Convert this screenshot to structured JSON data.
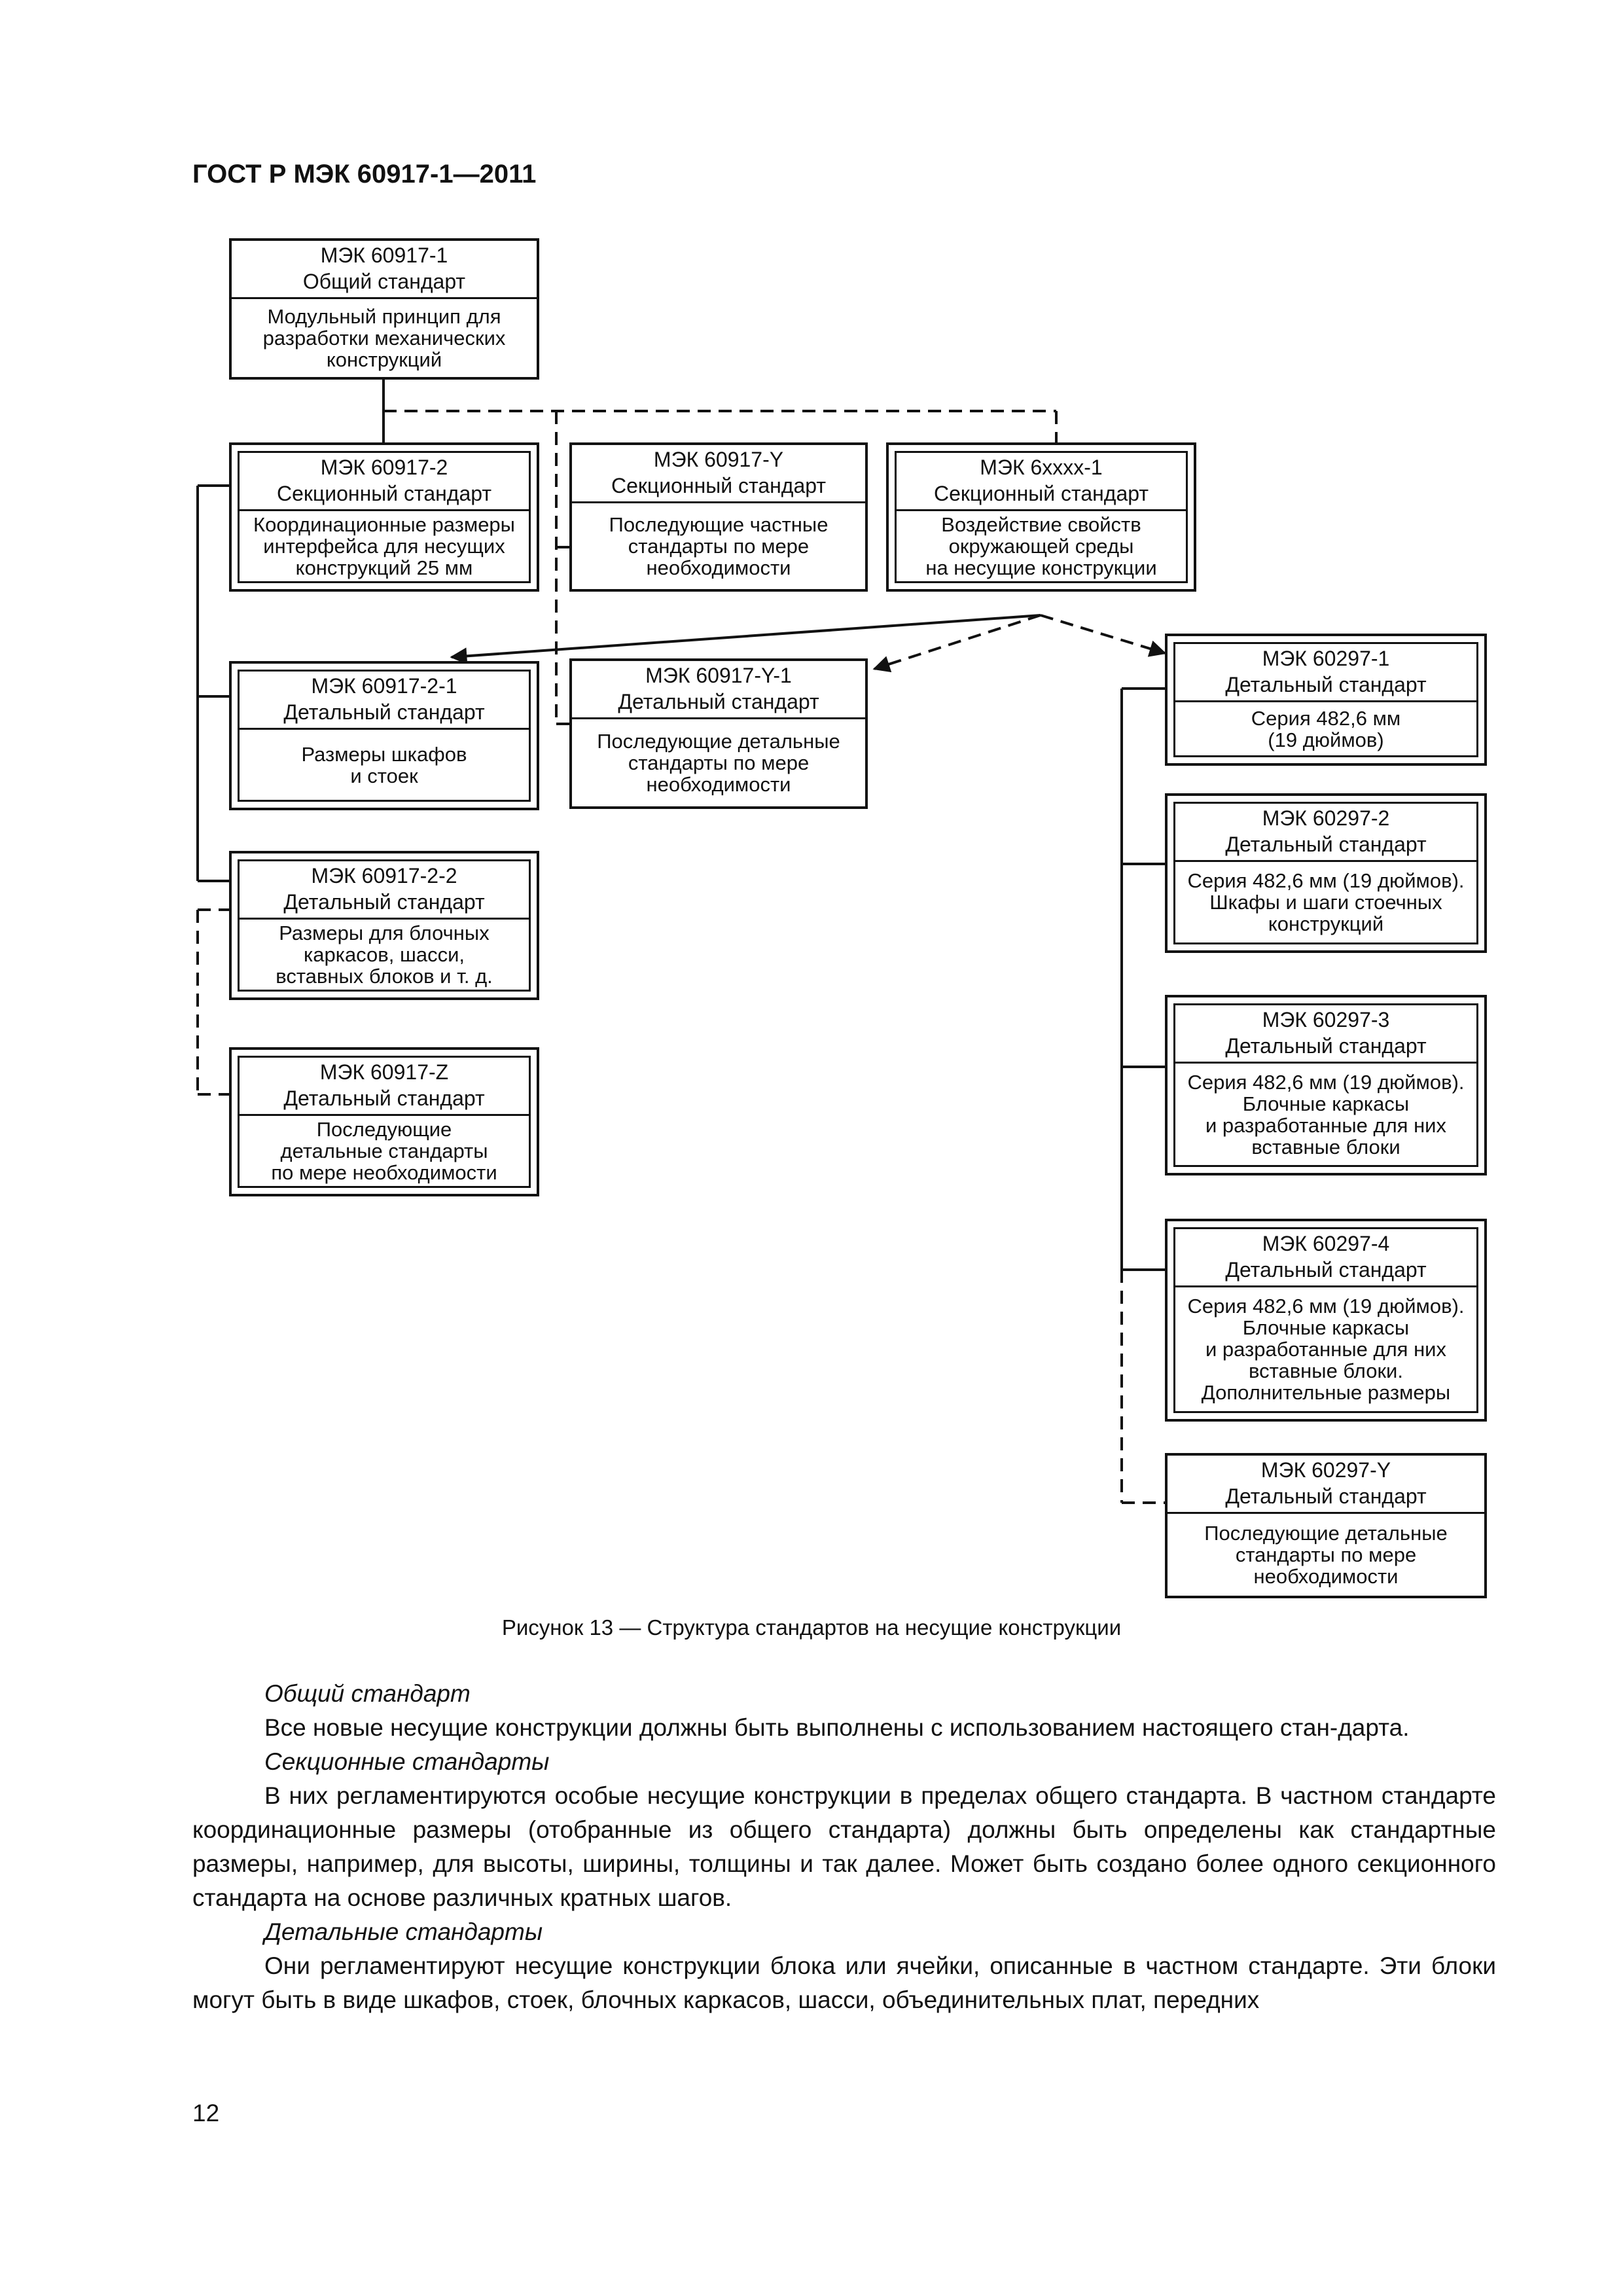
{
  "header": {
    "title": "ГОСТ Р МЭК 60917-1—2011"
  },
  "boxes": {
    "general": {
      "top": [
        "МЭК 60917-1",
        "Общий стандарт"
      ],
      "bottom": [
        "Модульный принцип для",
        "разработки механических",
        "конструкций"
      ]
    },
    "s2": {
      "top": [
        "МЭК 60917-2",
        "Секционный стандарт"
      ],
      "bottom": [
        "Координационные размеры",
        "интерфейса для несущих",
        "конструкций 25 мм"
      ]
    },
    "sy": {
      "top": [
        "МЭК 60917-Y",
        "Секционный стандарт"
      ],
      "bottom": [
        "Последующие частные",
        "стандарты по мере",
        "необходимости"
      ]
    },
    "s6x": {
      "top": [
        "МЭК 6xxxx-1",
        "Секционный стандарт"
      ],
      "bottom": [
        "Воздействие свойств",
        "окружающей среды",
        "на несущие конструкции"
      ]
    },
    "d21": {
      "top": [
        "МЭК 60917-2-1",
        "Детальный стандарт"
      ],
      "bottom": [
        "Размеры шкафов",
        "и стоек"
      ]
    },
    "dy1": {
      "top": [
        "МЭК 60917-Y-1",
        "Детальный стандарт"
      ],
      "bottom": [
        "Последующие детальные",
        "стандарты по мере",
        "необходимости"
      ]
    },
    "d22": {
      "top": [
        "МЭК 60917-2-2",
        "Детальный стандарт"
      ],
      "bottom": [
        "Размеры для блочных",
        "каркасов, шасси,",
        "вставных блоков и т. д."
      ]
    },
    "dz": {
      "top": [
        "МЭК 60917-Z",
        "Детальный стандарт"
      ],
      "bottom": [
        "Последующие",
        "детальные стандарты",
        "по мере необходимости"
      ]
    },
    "p1": {
      "top": [
        "МЭК 60297-1",
        "Детальный стандарт"
      ],
      "bottom": [
        "Серия 482,6 мм",
        "(19 дюймов)"
      ]
    },
    "p2": {
      "top": [
        "МЭК 60297-2",
        "Детальный стандарт"
      ],
      "bottom": [
        "Серия 482,6 мм (19 дюймов).",
        "Шкафы и шаги стоечных",
        "конструкций"
      ]
    },
    "p3": {
      "top": [
        "МЭК 60297-3",
        "Детальный стандарт"
      ],
      "bottom": [
        "Серия 482,6 мм (19 дюймов).",
        "Блочные каркасы",
        "и разработанные для них",
        "вставные блоки"
      ]
    },
    "p4": {
      "top": [
        "МЭК 60297-4",
        "Детальный стандарт"
      ],
      "bottom": [
        "Серия 482,6 мм (19 дюймов).",
        "Блочные каркасы",
        "и разработанные для них",
        "вставные блоки.",
        "Дополнительные размеры"
      ]
    },
    "py": {
      "top": [
        "МЭК 60297-Y",
        "Детальный стандарт"
      ],
      "bottom": [
        "Последующие детальные",
        "стандарты по мере",
        "необходимости"
      ]
    }
  },
  "caption": "Рисунок 13 — Структура стандартов на несущие конструкции",
  "body": [
    {
      "style": "heading",
      "text": "Общий стандарт"
    },
    {
      "style": "para",
      "text": "Все новые несущие конструкции должны быть выполнены с использованием настоящего стан-дарта."
    },
    {
      "style": "heading",
      "text": "Секционные стандарты"
    },
    {
      "style": "para",
      "text": "В них регламентируются особые несущие конструкции в пределах общего стандарта. В частном стандарте координационные размеры (отобранные из общего стандарта) должны быть определены как стандартные размеры, например, для высоты, ширины, толщины и так далее. Может быть создано более одного секционного стандарта на основе различных кратных шагов."
    },
    {
      "style": "heading",
      "text": "Детальные стандарты"
    },
    {
      "style": "para",
      "text": "Они регламентируют несущие конструкции блока или ячейки, описанные в частном стандарте. Эти блоки могут быть в виде шкафов, стоек, блочных каркасов, шасси, объединительных плат, передних"
    }
  ],
  "page_number": "12"
}
